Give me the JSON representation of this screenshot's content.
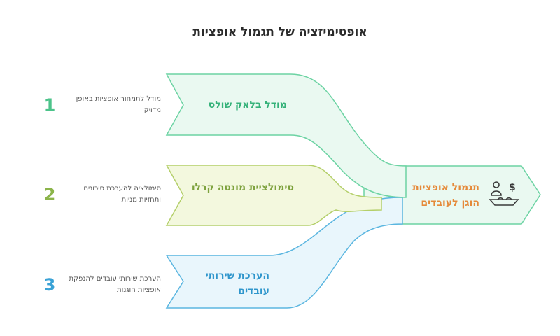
{
  "title": "אופטימיזציה של תגמול אופציות",
  "colors": {
    "step1": "#4cc38a",
    "step2": "#8bb44a",
    "step3": "#3aa2d6",
    "output_text": "#e58a3a",
    "output_fill": "#eaf9f1",
    "output_stroke": "#6cd3a3"
  },
  "steps": [
    {
      "number": "1",
      "label": "מודל בלאק שולס",
      "description": "מודל לתמחור אופציות באופן מדויק"
    },
    {
      "number": "2",
      "label": "סימולציית מונטה קרלו",
      "description": "סימולציה להערכת סיכונים ותחזיות מניות"
    },
    {
      "number": "3",
      "label": "הערכת שירותי עובדים",
      "description": "הערכת שירותי עובדים להנפקת אופציות הוגנות"
    }
  ],
  "output": {
    "label": "תגמול אופציות הוגן לעובדים",
    "icon": "employee-reward-dollar-icon"
  }
}
